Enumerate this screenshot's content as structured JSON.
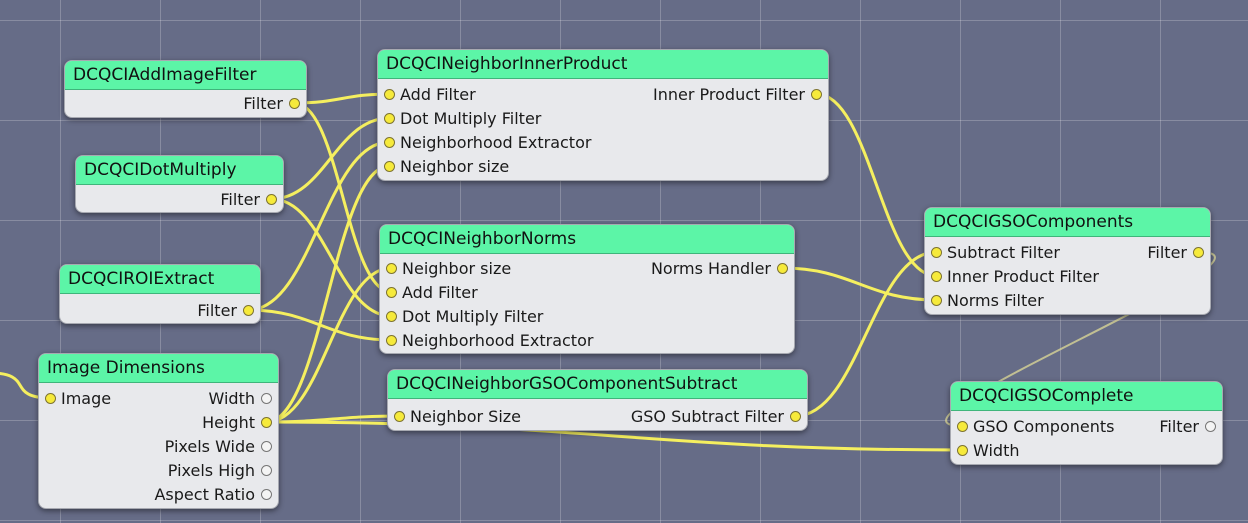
{
  "nodes": [
    {
      "id": "add",
      "title": "DCQCIAddImageFilter",
      "inputs": [],
      "outputs": [
        {
          "label": "Filter",
          "connected": true
        }
      ]
    },
    {
      "id": "dot",
      "title": "DCQCIDotMultiply",
      "inputs": [],
      "outputs": [
        {
          "label": "Filter",
          "connected": true
        }
      ]
    },
    {
      "id": "roi",
      "title": "DCQCIROIExtract",
      "inputs": [],
      "outputs": [
        {
          "label": "Filter",
          "connected": true
        }
      ]
    },
    {
      "id": "imgdim",
      "title": "Image Dimensions",
      "inputs": [
        {
          "label": "Image",
          "connected": true
        }
      ],
      "outputs": [
        {
          "label": "Width",
          "connected": false
        },
        {
          "label": "Height",
          "connected": true
        },
        {
          "label": "Pixels Wide",
          "connected": false
        },
        {
          "label": "Pixels High",
          "connected": false
        },
        {
          "label": "Aspect Ratio",
          "connected": false
        }
      ]
    },
    {
      "id": "inner",
      "title": "DCQCINeighborInnerProduct",
      "inputs": [
        {
          "label": "Add Filter",
          "connected": true
        },
        {
          "label": "Dot Multiply Filter",
          "connected": true
        },
        {
          "label": "Neighborhood Extractor",
          "connected": true
        },
        {
          "label": "Neighbor size",
          "connected": true
        }
      ],
      "outputs": [
        {
          "label": "Inner Product Filter",
          "connected": true
        }
      ]
    },
    {
      "id": "norms",
      "title": "DCQCINeighborNorms",
      "inputs": [
        {
          "label": "Neighbor size",
          "connected": true
        },
        {
          "label": "Add Filter",
          "connected": true
        },
        {
          "label": "Dot Multiply Filter",
          "connected": true
        },
        {
          "label": "Neighborhood Extractor",
          "connected": true
        }
      ],
      "outputs": [
        {
          "label": "Norms Handler",
          "connected": true
        }
      ]
    },
    {
      "id": "gsosub",
      "title": "DCQCINeighborGSOComponentSubtract",
      "inputs": [
        {
          "label": "Neighbor Size",
          "connected": true
        }
      ],
      "outputs": [
        {
          "label": "GSO Subtract Filter",
          "connected": true
        }
      ]
    },
    {
      "id": "gsocomp",
      "title": "DCQCIGSOComponents",
      "inputs": [
        {
          "label": "Subtract Filter",
          "connected": true
        },
        {
          "label": "Inner Product Filter",
          "connected": true
        },
        {
          "label": "Norms Filter",
          "connected": true
        }
      ],
      "outputs": [
        {
          "label": "Filter",
          "connected": true
        }
      ]
    },
    {
      "id": "gsocomplete",
      "title": "DCQCIGSOComplete",
      "inputs": [
        {
          "label": "GSO Components",
          "connected": true
        },
        {
          "label": "Width",
          "connected": true
        }
      ],
      "outputs": [
        {
          "label": "Filter",
          "connected": false
        }
      ]
    }
  ],
  "connections": [
    {
      "from": "add.out.0",
      "to": "inner.in.0"
    },
    {
      "from": "add.out.0",
      "to": "norms.in.1"
    },
    {
      "from": "dot.out.0",
      "to": "inner.in.1"
    },
    {
      "from": "dot.out.0",
      "to": "norms.in.2"
    },
    {
      "from": "roi.out.0",
      "to": "inner.in.2"
    },
    {
      "from": "roi.out.0",
      "to": "norms.in.3"
    },
    {
      "from": "imgdim.out.1",
      "to": "inner.in.3"
    },
    {
      "from": "imgdim.out.1",
      "to": "norms.in.0"
    },
    {
      "from": "imgdim.out.1",
      "to": "gsosub.in.0"
    },
    {
      "from": "imgdim.out.1",
      "to": "gsocomplete.in.1"
    },
    {
      "from": "inner.out.0",
      "to": "gsocomp.in.1"
    },
    {
      "from": "norms.out.0",
      "to": "gsocomp.in.2"
    },
    {
      "from": "gsosub.out.0",
      "to": "gsocomp.in.0"
    },
    {
      "from": "gsocomp.out.0",
      "to": "gsocomplete.in.0",
      "dim": true
    },
    {
      "from": "edge.left",
      "to": "imgdim.in.0"
    }
  ]
}
